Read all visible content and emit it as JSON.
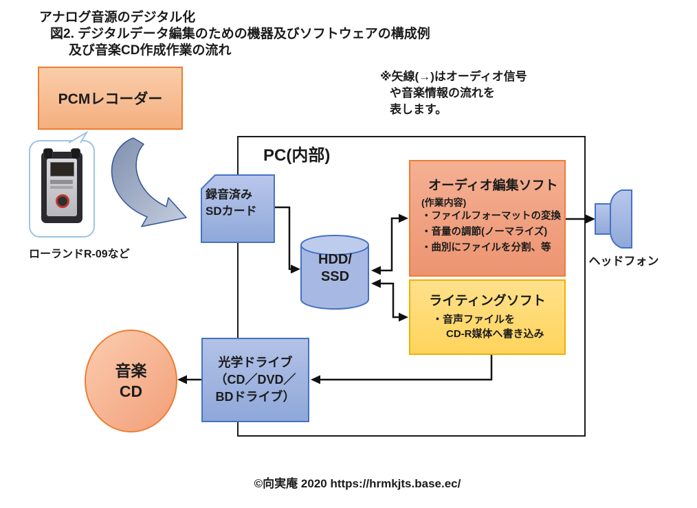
{
  "title": {
    "line1": "アナログ音源のデジタル化",
    "line2": "図2. デジタルデータ編集のための機器及びソフトウェアの構成例",
    "line3": "及び音楽CD作成作業の流れ"
  },
  "note": {
    "line1": "※矢線(→)はオーディオ信号",
    "line2": "や音楽情報の流れを",
    "line3": "表します。"
  },
  "nodes": {
    "pcm_recorder": {
      "label": "PCMレコーダー"
    },
    "recorder_caption": "ローランドR-09など",
    "sd_card": {
      "line1": "録音済み",
      "line2": "SDカード"
    },
    "pc": {
      "label": "PC(内部)"
    },
    "hdd": {
      "line1": "HDD/",
      "line2": "SSD"
    },
    "audio_edit": {
      "title": "オーディオ編集ソフト",
      "subtitle": "(作業内容)",
      "items": [
        "・ファイルフォーマットの変換",
        "・音量の調節(ノーマライズ)",
        "・曲別にファイルを分割、等"
      ]
    },
    "writing": {
      "title": "ライティングソフト",
      "line1": "・音声ファイルを",
      "line2": "CD-R媒体へ書き込み"
    },
    "headphone": {
      "label": "ヘッドフォン"
    },
    "optical": {
      "line1": "光学ドライブ",
      "line2": "（CD／DVD／",
      "line3": "BDドライブ）"
    },
    "music_cd": {
      "line1": "音楽",
      "line2": "CD"
    }
  },
  "shapes": {
    "hdd_cylinder": "database-cylinder",
    "headphone_icon": "speaker-horn",
    "sd_card_shape": "clipped-corner-card",
    "transfer_arrow": "curved-arrow"
  },
  "footer": {
    "copyright": "©向実庵 2020 https://hrmkjts.base.ec/"
  },
  "colors": {
    "accent_orange": "#ED7D31",
    "accent_blue": "#4472C4",
    "accent_gold": "#FFC000",
    "arrow_black": "#111111",
    "callout_blue": "#9DC3E6"
  }
}
